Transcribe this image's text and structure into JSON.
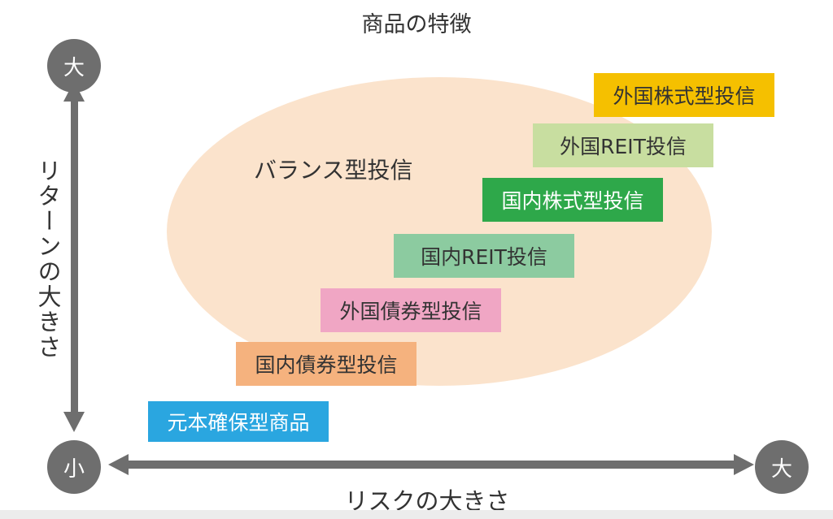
{
  "title": "商品の特徴",
  "axes": {
    "y_label": "リターンの大きさ",
    "x_label": "リスクの大きさ",
    "y_high": "大",
    "origin": "小",
    "x_high": "大"
  },
  "balance_group": {
    "label": "バランス型投信",
    "color": "#fbe3cc"
  },
  "products": [
    {
      "label": "外国株式型投信",
      "color": "#f5c000",
      "text_color": "#333333"
    },
    {
      "label": "外国REIT投信",
      "color": "#c8dea0",
      "text_color": "#333333"
    },
    {
      "label": "国内株式型投信",
      "color": "#2ea84a",
      "text_color": "#ffffff"
    },
    {
      "label": "国内REIT投信",
      "color": "#8ccba0",
      "text_color": "#333333"
    },
    {
      "label": "外国債券型投信",
      "color": "#f0a6c4",
      "text_color": "#333333"
    },
    {
      "label": "国内債券型投信",
      "color": "#f5b27e",
      "text_color": "#333333"
    },
    {
      "label": "元本確保型商品",
      "color": "#2aa6e0",
      "text_color": "#ffffff"
    }
  ]
}
